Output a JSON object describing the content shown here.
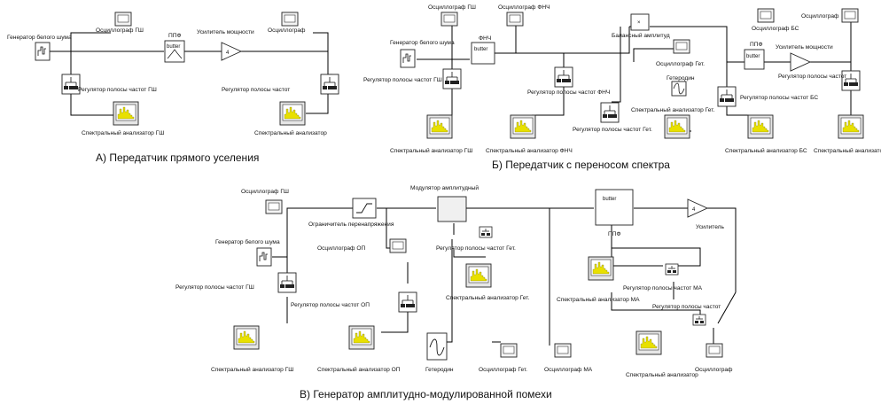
{
  "captions": {
    "a": "А) Передатчик прямого уселения",
    "b": "Б) Передатчик с переносом спектра",
    "c": "В) Генератор амплитудно-модулированной помехи"
  },
  "diagram_a": {
    "noise_gen": "Генератор белого шума",
    "osc_noise": "Осциллограф ГШ",
    "bpf": "ППФ",
    "butter": "butter",
    "amp": "Усилитель мощности",
    "amp_gain": "4",
    "osc": "Осциллограф",
    "reg_noise": "Регулятор полосы частот ГШ",
    "reg": "Регулятор полосы частот",
    "spec_noise": "Спектральный анализатор ГШ",
    "spec": "Спектральный анализатор"
  },
  "diagram_b": {
    "osc_noise": "Осциллограф ГШ",
    "osc_lpf": "Осциллограф ФНЧ",
    "noise_gen": "Генератор белого шума",
    "lpf": "ФНЧ",
    "butter": "butter",
    "balanced_amp": "Балансный амплитуд",
    "osc_het": "Осциллограф Гет.",
    "osc_bs": "Осциллограф БС",
    "ppf": "ППФ",
    "butter2": "butter",
    "power_amp": "Усилитель мощности",
    "osc_out": "Осциллограф",
    "reg_noise": "Регулятор полосы частот ГШ",
    "reg_lpf": "Регулятор полосы частот ФНЧ",
    "heterodyne": "Гетеродин",
    "reg_het": "Регулятор полосы частот Гет.",
    "spec_het": "Спектральный анализатор Гет.",
    "reg_bs": "Регулятор полосы частот БС",
    "reg_out": "Регулятор полосы частот",
    "spec_noise": "Спектральный анализатор ГШ",
    "spec_lpf": "Спектральный анализатор ФНЧ",
    "spec_bs": "Спектральный анализатор БС",
    "spec_out": "Спектральный анализатор"
  },
  "diagram_c": {
    "osc_noise": "Осциллограф ГШ",
    "modulator": "Модулятор амплитудный",
    "limiter": "Ограничитель перенапряжения",
    "noise_gen": "Генератор белого шума",
    "osc_op": "Осциллограф ОП",
    "butter": "butter",
    "ppf": "ППФ",
    "amp": "Усилитель",
    "amp_gain": "4",
    "reg_het": "Регулятор полосы частот Гет.",
    "reg_noise": "Регулятор полосы частот ГШ",
    "spec_het": "Спектральный анализатор Гет.",
    "reg_op": "Регулятор полосы частот ОП",
    "spec_ma": "Спектральный анализатор МА",
    "reg_ma": "Регулятор полосы частот МА",
    "reg_out": "Регулятор полосы частот",
    "spec_noise": "Спектральный анализатор ГШ",
    "spec_op": "Спектральный анализатор ОП",
    "heterodyne": "Гетеродин",
    "osc_het": "Осциллограф Гет.",
    "osc_ma": "Осциллограф МА",
    "spec_out": "Спектральный анализатор",
    "osc_out": "Осциллограф"
  }
}
